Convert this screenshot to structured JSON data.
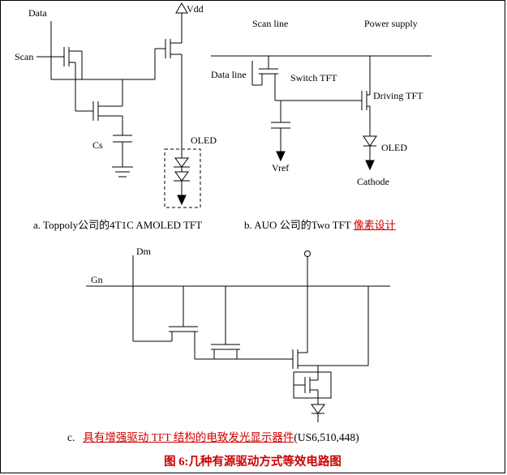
{
  "colors": {
    "wire": "#000000",
    "link_red": "#cc0000",
    "figure_caption_red": "#cc0000"
  },
  "circuit_a": {
    "labels": {
      "data": "Data",
      "vdd": "Vdd",
      "scan": "Scan",
      "cs": "Cs",
      "oled": "OLED"
    },
    "caption": "a. Toppoly公司的4T1C AMOLED TFT"
  },
  "circuit_b": {
    "labels": {
      "scan_line": "Scan line",
      "power_supply": "Power supply",
      "data_line": "Data line",
      "switch_tft": "Switch TFT",
      "driving_tft": "Driving TFT",
      "oled": "OLED",
      "vref": "Vref",
      "cathode": "Cathode"
    },
    "caption_text": "b. AUO 公司的Two TFT ",
    "caption_link": "像素设计"
  },
  "circuit_c": {
    "labels": {
      "dm": "Dm",
      "gn": "Gn"
    },
    "caption_prefix": "c.",
    "caption_link": "具有增强驱动 TFT 结构的电致发光显示器件",
    "caption_suffix": "(US6,510,448)"
  },
  "figure_caption": "图 6:几种有源驱动方式等效电路图"
}
